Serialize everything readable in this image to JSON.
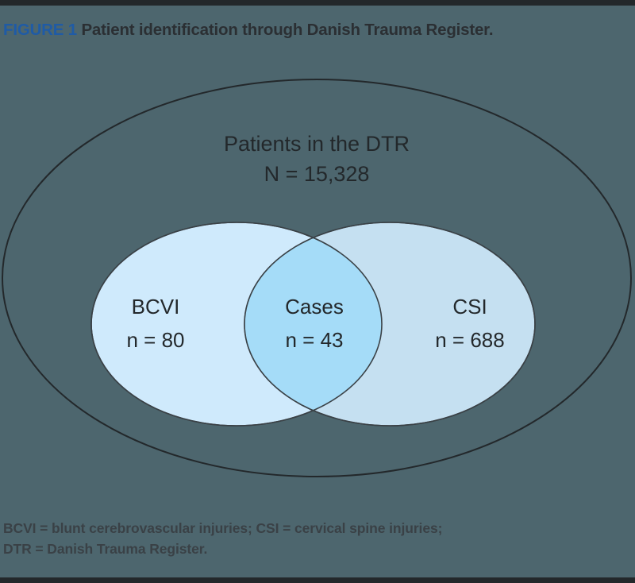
{
  "figure": {
    "number_label": "FIGURE 1",
    "caption": "Patient identification through Danish Trauma Register.",
    "number_color": "#1f5ba6",
    "caption_color": "#2b2f33"
  },
  "diagram": {
    "type": "venn",
    "background_color": "#4d666e",
    "stroke_color": "#23282b",
    "universe": {
      "name": "Patients in the DTR",
      "label_line1": "Patients in the DTR",
      "label_line2": "N = 15,328",
      "count_text": "N = 15,328",
      "count": 15328,
      "fill": "none"
    },
    "sets": [
      {
        "id": "bcvi",
        "label": "BCVI",
        "count_text": "n = 80",
        "count": 80,
        "fill": "#cfeafc"
      },
      {
        "id": "csi",
        "label": "CSI",
        "count_text": "n = 688",
        "count": 688,
        "fill": "#cfeafc"
      }
    ],
    "intersection": {
      "id": "cases",
      "label": "Cases",
      "count_text": "n = 43",
      "count": 43,
      "fill": "#a5dcf8"
    }
  },
  "footnote": {
    "line1": "BCVI = blunt cerebrovascular injuries; CSI = cervical spine injuries;",
    "line2": "DTR = Danish Trauma Register."
  }
}
